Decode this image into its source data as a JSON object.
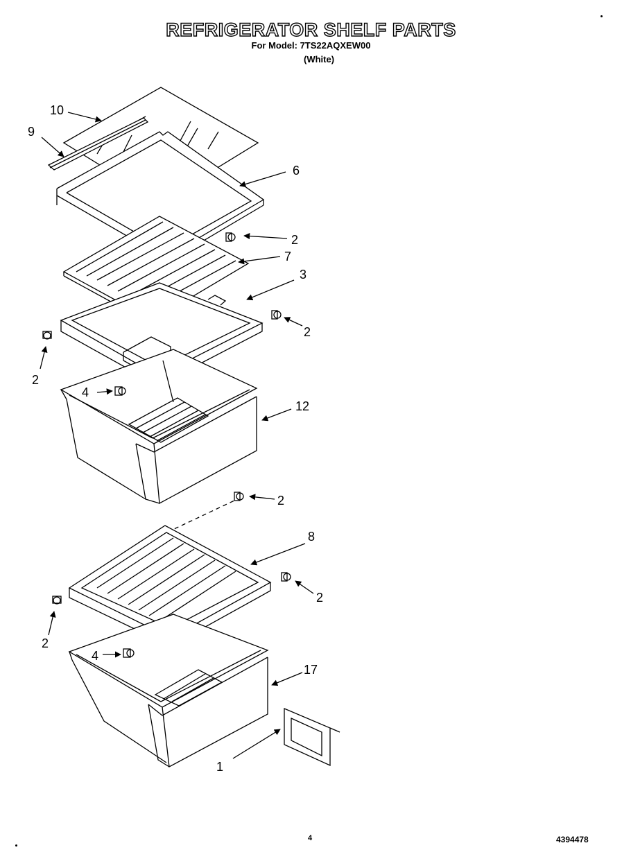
{
  "header": {
    "title": "REFRIGERATOR SHELF PARTS",
    "model_line": "For Model: 7TS22AQXEW00",
    "color_line": "(White)"
  },
  "footer": {
    "page_number": "4",
    "document_number": "4394478"
  },
  "callouts": {
    "c10": "10",
    "c9": "9",
    "c6": "6",
    "c2a": "2",
    "c7": "7",
    "c3": "3",
    "c2b": "2",
    "c2c": "2",
    "c4a": "4",
    "c12": "12",
    "c2d": "2",
    "c8": "8",
    "c2e": "2",
    "c2f": "2",
    "c4b": "4",
    "c17": "17",
    "c1": "1"
  }
}
